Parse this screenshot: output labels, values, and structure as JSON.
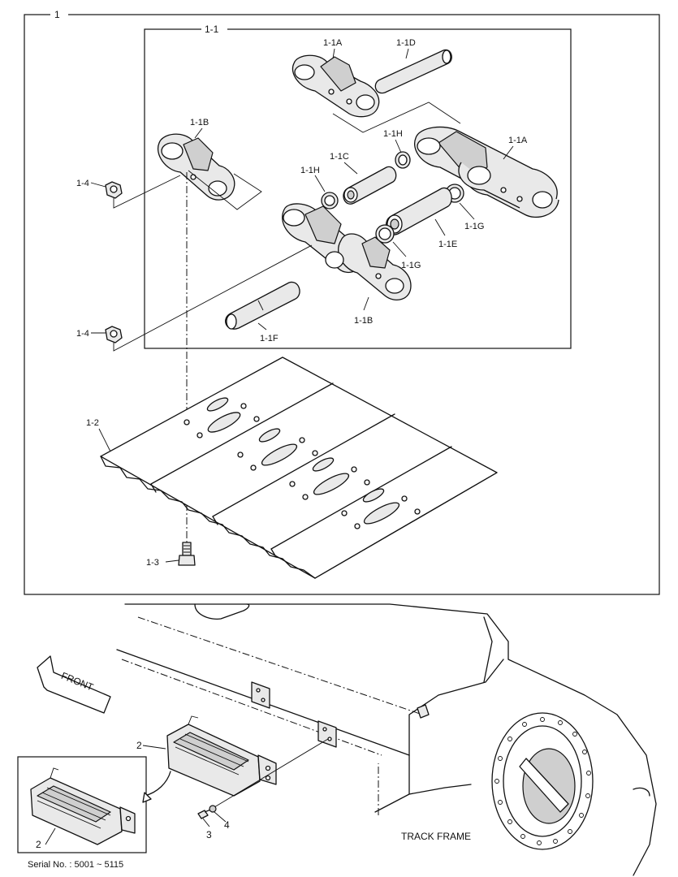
{
  "diagram": {
    "assembly_label": "1",
    "subassembly_label": "1-1",
    "part_labels": {
      "p_1_1A_top": "1-1A",
      "p_1_1D": "1-1D",
      "p_1_1B_left": "1-1B",
      "p_1_1H_upper": "1-1H",
      "p_1_1A_right": "1-1A",
      "p_1_1C": "1-1C",
      "p_1_1H_lower": "1-1H",
      "p_1_4_upper": "1-4",
      "p_1_1G_right": "1-1G",
      "p_1_1E": "1-1E",
      "p_1_1G_lower": "1-1G",
      "p_1_4_lower": "1-4",
      "p_1_1B_lower": "1-1B",
      "p_1_1F": "1-1F",
      "p_1_2": "1-2",
      "p_1_3": "1-3",
      "p_2_main": "2",
      "p_2_inset": "2",
      "p_3": "3",
      "p_4": "4"
    },
    "front_arrow_text": "FRONT",
    "track_frame_label": "TRACK FRAME",
    "serial_number": "Serial No. : 5001 ~ 5115"
  }
}
